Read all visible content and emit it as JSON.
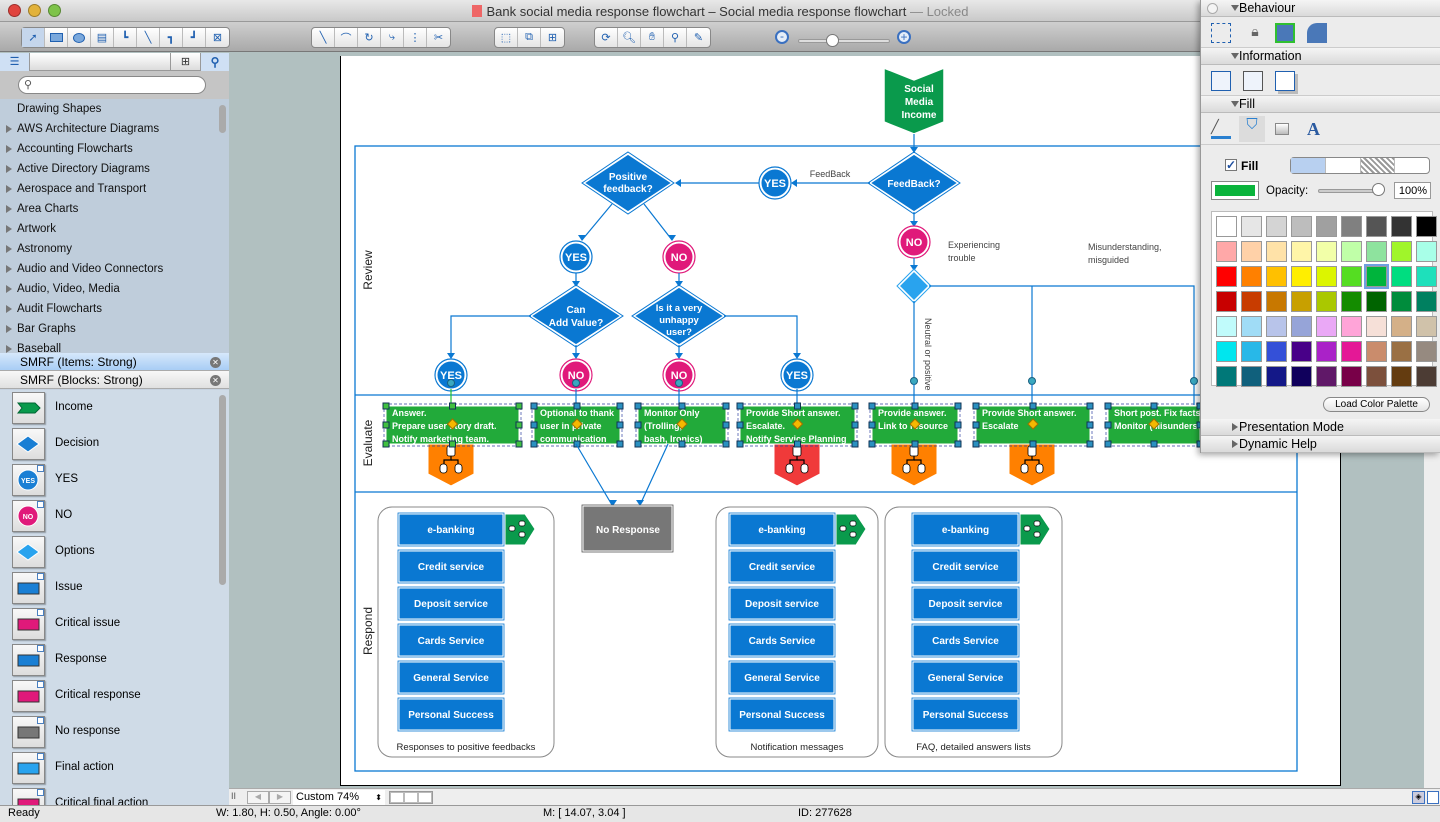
{
  "window": {
    "title": "Bank social media response flowchart – Social media response flowchart",
    "title_suffix": "— Locked"
  },
  "toolbar": {
    "groups": [
      [
        "select-tool",
        "rectangle-tool",
        "ellipse-tool",
        "text-tool",
        "connector-tool",
        "direct-connector-tool",
        "smart-connector-tool",
        "round-connector-tool",
        "insert-tool"
      ],
      [
        "line-tool",
        "arc-tool",
        "curve-tool",
        "bezier-tool",
        "polyline-tool",
        "cut-tool"
      ],
      [
        "group-tool",
        "ungroup-tool",
        "align-tool"
      ],
      [
        "rotate-tool",
        "zoom-tool",
        "pan-tool",
        "stamp-tool",
        "eyedropper-tool"
      ]
    ],
    "zoom_slider_value": 0.35
  },
  "sidebar": {
    "search_placeholder": "",
    "libraries": [
      {
        "label": "Drawing Shapes",
        "expandable": false
      },
      {
        "label": "AWS Architecture Diagrams",
        "expandable": true
      },
      {
        "label": "Accounting Flowcharts",
        "expandable": true
      },
      {
        "label": "Active Directory Diagrams",
        "expandable": true
      },
      {
        "label": "Aerospace and Transport",
        "expandable": true
      },
      {
        "label": "Area Charts",
        "expandable": true
      },
      {
        "label": "Artwork",
        "expandable": true
      },
      {
        "label": "Astronomy",
        "expandable": true
      },
      {
        "label": "Audio and Video Connectors",
        "expandable": true
      },
      {
        "label": "Audio, Video, Media",
        "expandable": true
      },
      {
        "label": "Audit Flowcharts",
        "expandable": true
      },
      {
        "label": "Bar Graphs",
        "expandable": true
      },
      {
        "label": "Baseball",
        "expandable": true
      }
    ],
    "open_libraries": [
      {
        "label": "SMRF (Items: Strong)"
      },
      {
        "label": "SMRF (Blocks: Strong)"
      }
    ],
    "palette": [
      {
        "label": "Income",
        "icon": "income-chevron",
        "color": "#0a9a4c"
      },
      {
        "label": "Decision",
        "icon": "decision-diamond",
        "color": "#1a7fd4"
      },
      {
        "label": "YES",
        "icon": "yes-circle",
        "color": "#1a7fd4"
      },
      {
        "label": "NO",
        "icon": "no-circle",
        "color": "#e0197a"
      },
      {
        "label": "Options",
        "icon": "options-diamond",
        "color": "#29a3ee"
      },
      {
        "label": "Issue",
        "icon": "issue-rect",
        "color": "#1a7fd4"
      },
      {
        "label": "Critical issue",
        "icon": "critical-issue-rect",
        "color": "#e0197a"
      },
      {
        "label": "Response",
        "icon": "response-rect",
        "color": "#1a7fd4"
      },
      {
        "label": "Critical response",
        "icon": "critical-response-rect",
        "color": "#e0197a"
      },
      {
        "label": "No response",
        "icon": "no-response-rect",
        "color": "#777777"
      },
      {
        "label": "Final action",
        "icon": "final-action-rect",
        "color": "#29a3ee"
      },
      {
        "label": "Critical final action",
        "icon": "critical-final-action-rect",
        "color": "#e0197a"
      }
    ]
  },
  "diagram": {
    "lanes": [
      "Review",
      "Evaluate",
      "Respond"
    ],
    "income": "Social Media Income",
    "income_lines": [
      "Social",
      "Media",
      "Income"
    ],
    "decisions": {
      "feedback": "FeedBack?",
      "positive": [
        "Positive",
        "feedback?"
      ],
      "add_value": [
        "Can",
        "Add Value?"
      ],
      "unhappy": [
        "Is it a very",
        "unhappy",
        "user?"
      ]
    },
    "yes_label": "YES",
    "no_label": "NO",
    "edge_labels": {
      "feedback": "FeedBack",
      "experiencing": [
        "Experiencing",
        "trouble"
      ],
      "misunderstanding": [
        "Misunderstanding,",
        "misguided"
      ],
      "neutral": "Neutral or positive"
    },
    "actions": [
      [
        "Answer.",
        "Prepare user story draft.",
        "Notify marketing team."
      ],
      [
        "Optional to thank",
        "user in private",
        "communication"
      ],
      [
        "Monitor Only",
        "(Trolling,",
        "bash, Ironics)"
      ],
      [
        "Provide Short answer.",
        "Escalate.",
        "Notify Service Planning"
      ],
      [
        "Provide answer.",
        "Link to resource"
      ],
      [
        "Provide Short answer.",
        "Escalate"
      ],
      [
        "Short post. Fix facts.",
        "Monitor (Misunderstanding)"
      ]
    ],
    "no_response": "No Response",
    "response_groups": [
      {
        "caption": "Responses to positive feedbacks",
        "items": [
          "e-banking",
          "Credit service",
          "Deposit service",
          "Cards Service",
          "General Service",
          "Personal Success"
        ]
      },
      {
        "caption": "Notification messages",
        "items": [
          "e-banking",
          "Credit service",
          "Deposit service",
          "Cards Service",
          "General Service",
          "Personal Success"
        ]
      },
      {
        "caption": "FAQ, detailed answers lists",
        "items": [
          "e-banking",
          "Credit service",
          "Deposit service",
          "Cards Service",
          "General Service",
          "Personal Success"
        ]
      }
    ],
    "colors": {
      "blue": "#0a78d2",
      "pink": "#e0197a",
      "green": "#0a9a4c",
      "action_green": "#22aa3a",
      "orange": "#ff8000",
      "red": "#f03a3a",
      "gray": "#777777",
      "light_blue": "#29a3ee"
    }
  },
  "inspector": {
    "sections": {
      "behaviour": "Behaviour",
      "information": "Information",
      "fill": "Fill",
      "presentation": "Presentation Mode",
      "help": "Dynamic Help"
    },
    "fill_checkbox_label": "Fill",
    "fill_enabled": true,
    "fill_color": "#0ab43c",
    "opacity_label": "Opacity:",
    "opacity_value": "100%",
    "load_palette_label": "Load Color Palette",
    "swatches": [
      "#ffffff",
      "#e6e6e6",
      "#d4d4d4",
      "#bdbdbd",
      "#a0a0a0",
      "#808080",
      "#555555",
      "#333333",
      "#000000",
      "#ffa8a8",
      "#ffd1a8",
      "#ffe2a8",
      "#fff5a8",
      "#f2ffa8",
      "#c0ffa8",
      "#8ee39e",
      "#a0f52a",
      "#a8ffe8",
      "#ff0000",
      "#ff8000",
      "#ffc000",
      "#ffee00",
      "#dcf500",
      "#55dd22",
      "#00b43c",
      "#00dd80",
      "#1ee0bb",
      "#c80000",
      "#c83c00",
      "#c87800",
      "#c8a000",
      "#aac800",
      "#148c00",
      "#006400",
      "#008c3c",
      "#008060",
      "#c0fbfb",
      "#a0dcf6",
      "#b8c4ea",
      "#96a4d8",
      "#eaa8f6",
      "#ffa4d8",
      "#f6e0d8",
      "#d4b088",
      "#d0c2aa",
      "#00e6ee",
      "#28b8e8",
      "#3450d8",
      "#480088",
      "#aa22c8",
      "#e41896",
      "#ca8c6c",
      "#9a7044",
      "#968a80",
      "#007878",
      "#10607c",
      "#141888",
      "#10005c",
      "#601868",
      "#780048",
      "#7c503c",
      "#643c10",
      "#4c3c34"
    ],
    "selected_swatch": 24
  },
  "bottombar": {
    "zoom_label": "Custom 74%"
  },
  "status": {
    "ready": "Ready",
    "dimensions": "W: 1.80,  H: 0.50,  Angle: 0.00°",
    "mouse": "M: [ 14.07, 3.04 ]",
    "id": "ID: 277628"
  }
}
